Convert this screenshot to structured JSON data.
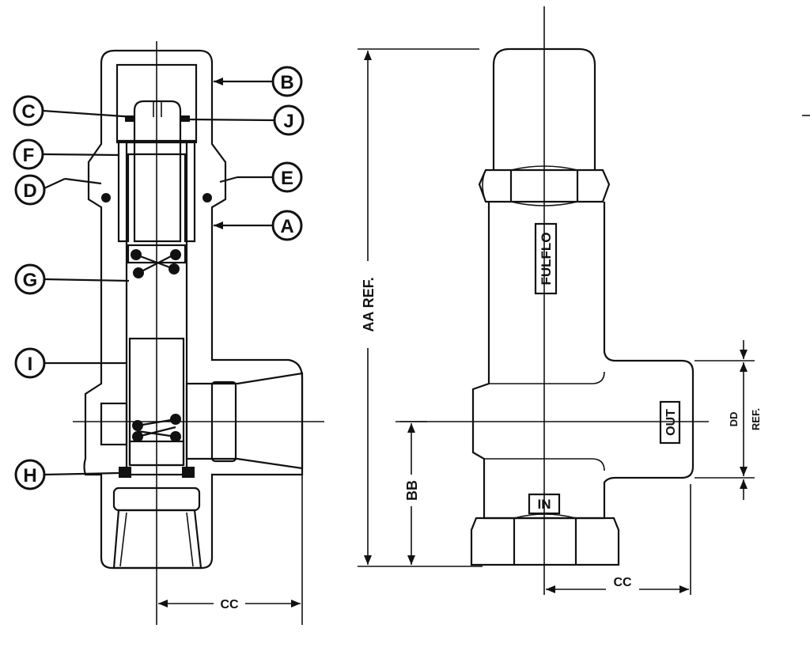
{
  "callouts": {
    "A": "A",
    "B": "B",
    "C": "C",
    "D": "D",
    "E": "E",
    "F": "F",
    "G": "G",
    "H": "H",
    "I": "I",
    "J": "J"
  },
  "dimensions": {
    "aa": "AA REF.",
    "bb": "BB",
    "cc_left": "CC",
    "cc_right": "CC",
    "dd_1": "DD",
    "dd_2": "REF."
  },
  "body_markings": {
    "brand": "FULFLO",
    "outlet": "OUT",
    "inlet": "IN"
  },
  "colors": {
    "ink": "#111111",
    "background": "#ffffff"
  }
}
